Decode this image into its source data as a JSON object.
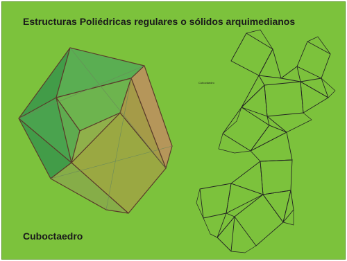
{
  "slide": {
    "title": "Estructuras Poliédricas regulares o sólidos arquimedianos",
    "caption": "Cuboctaedro",
    "net_label": "Cuboctaedro",
    "background_color": "#7cc23c"
  },
  "solid": {
    "name": "cuboctahedron-3d-render",
    "face_colors": [
      "#4fa84a",
      "#86b84c",
      "#a7a040",
      "#b89a55",
      "#3d9a4a"
    ]
  },
  "net": {
    "name": "cuboctahedron-net",
    "stroke_color": "#222222"
  }
}
